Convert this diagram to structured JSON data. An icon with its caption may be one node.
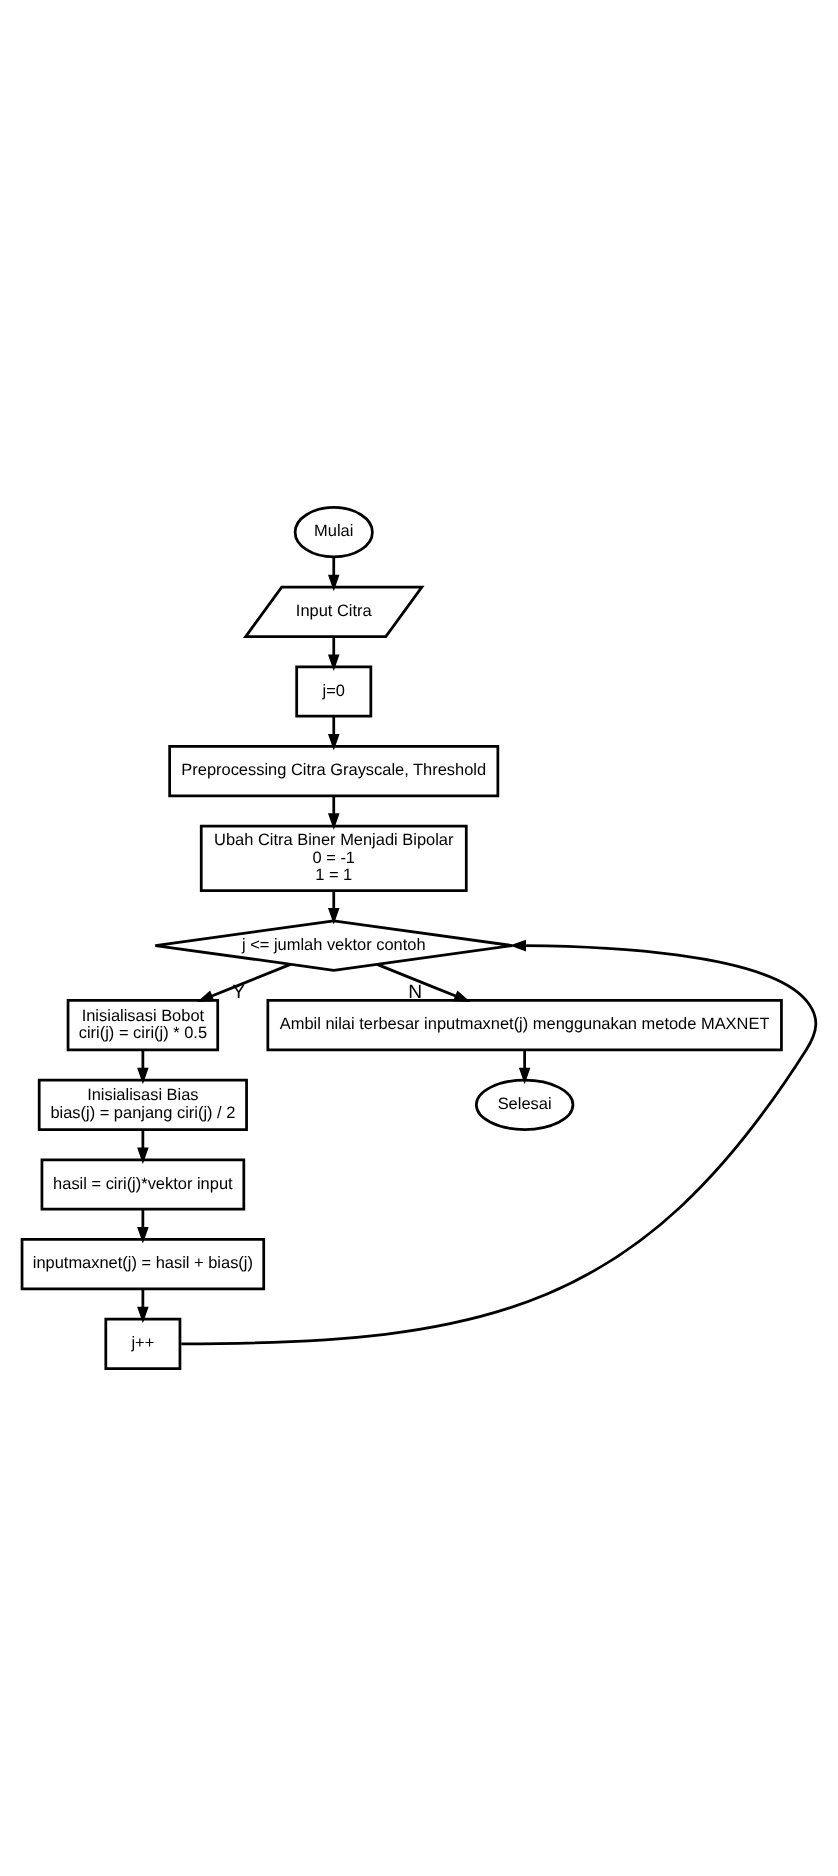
{
  "diagram": {
    "nodes": [
      {
        "text": [
          "Mulai"
        ]
      },
      {
        "text": [
          "Input Citra"
        ]
      },
      {
        "text": [
          "j=0"
        ]
      },
      {
        "text": [
          "Preprocessing Citra Grayscale, Threshold"
        ]
      },
      {
        "text": [
          "Ubah Citra Biner Menjadi Bipolar",
          "0 = -1",
          "1 = 1"
        ]
      },
      {
        "text": [
          "j <= jumlah vektor contoh"
        ]
      },
      {
        "text": [
          "Inisialisasi Bobot",
          "ciri(j) = ciri(j) * 0.5"
        ]
      },
      {
        "text": [
          "Inisialisasi Bias",
          "bias(j) = panjang ciri(j) / 2"
        ]
      },
      {
        "text": [
          "hasil = ciri(j)*vektor input"
        ]
      },
      {
        "text": [
          "inputmaxnet(j) = hasil + bias(j)"
        ]
      },
      {
        "text": [
          "j++"
        ]
      },
      {
        "text": [
          "Ambil nilai terbesar inputmaxnet(j) menggunakan metode MAXNET"
        ]
      },
      {
        "text": [
          "Selesai"
        ]
      }
    ],
    "edges": [
      {
        "from": 0,
        "to": 1,
        "arrow": "to"
      },
      {
        "from": 1,
        "to": 2,
        "arrow": "to"
      },
      {
        "from": 2,
        "to": 3,
        "arrow": "to"
      },
      {
        "from": 3,
        "to": 4,
        "arrow": "to"
      },
      {
        "from": 4,
        "to": 5,
        "arrow": "to"
      },
      {
        "from": 5,
        "to": 6,
        "arrow": "to",
        "label": "Y"
      },
      {
        "from": 6,
        "to": 7,
        "arrow": "to"
      },
      {
        "from": 7,
        "to": 8,
        "arrow": "to"
      },
      {
        "from": 8,
        "to": 9,
        "arrow": "to"
      },
      {
        "from": 9,
        "to": 10,
        "arrow": "to"
      },
      {
        "from": 10,
        "to": 5,
        "arrow": "to"
      },
      {
        "from": 5,
        "to": 11,
        "arrow": "to",
        "label": "N"
      },
      {
        "from": 11,
        "to": 12,
        "arrow": "to"
      }
    ]
  }
}
